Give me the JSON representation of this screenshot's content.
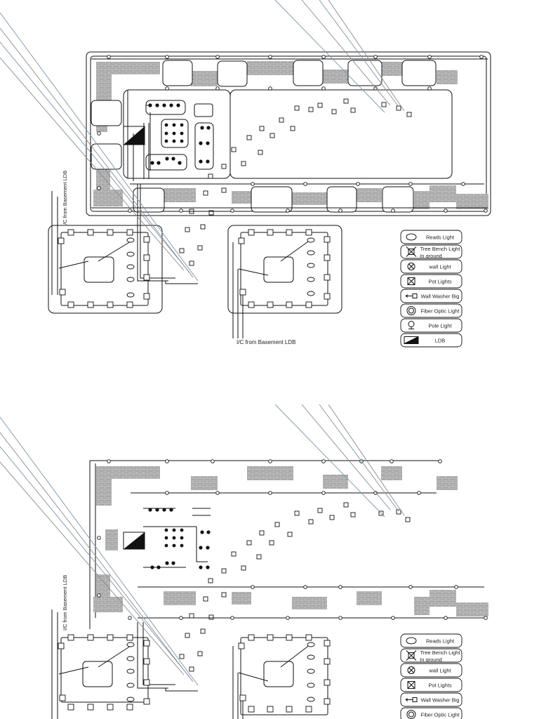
{
  "annotations": {
    "ic_from_ldb_a": "I/C from Basement LDB",
    "ic_from_ldb_b": "I/C from Basement LDB",
    "ic_from_ldb_c": "I/C from Basement LDB"
  },
  "legend_top": [
    {
      "label": "Reads Light",
      "icon": "oval-icon"
    },
    {
      "label": "Tree Bench Light",
      "icon": "tree-bench-icon",
      "sublabel": "In ground"
    },
    {
      "label": "wall Light",
      "icon": "circle-x-icon"
    },
    {
      "label": "Pot Lights",
      "icon": "box-x-icon"
    },
    {
      "label": "Wall Washer Big",
      "icon": "wall-washer-icon"
    },
    {
      "label": "Fiber Optic Light",
      "icon": "fiber-optic-icon"
    },
    {
      "label": "Pole Light",
      "icon": "pole-light-icon"
    },
    {
      "label": "LDB",
      "icon": "ldb-icon"
    }
  ],
  "legend_bottom": [
    {
      "label": "Reads Light",
      "icon": "oval-icon"
    },
    {
      "label": "Tree Bench Light",
      "icon": "tree-bench-icon",
      "sublabel": "In ground"
    },
    {
      "label": "wall Light",
      "icon": "circle-x-icon"
    },
    {
      "label": "Pot Lights",
      "icon": "box-x-icon"
    },
    {
      "label": "Wall Washer Big",
      "icon": "wall-washer-icon"
    },
    {
      "label": "Fiber Optic Light",
      "icon": "fiber-optic-icon"
    }
  ],
  "colors": {
    "line": "#111111",
    "paver": "#a9a9a9",
    "diag_blue": "#7d93a8",
    "diag_gray": "#8a8a8a"
  }
}
